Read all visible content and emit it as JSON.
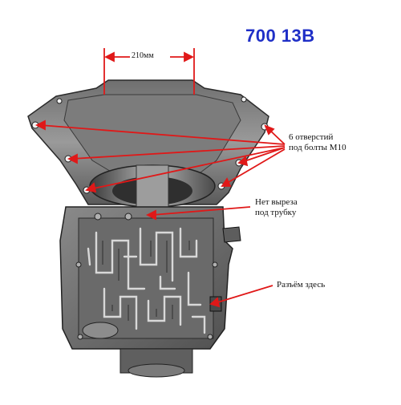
{
  "title": "700 13B",
  "dimension_label": "210мм",
  "callouts": {
    "bolts_line1": "6 отверстий",
    "bolts_line2": "под болты M10",
    "notch_line1": "Нет выреза",
    "notch_line2": "под трубку",
    "connector": "Разъём здесь"
  },
  "colors": {
    "title": "#1f2fc7",
    "arrow": "#e01818"
  }
}
